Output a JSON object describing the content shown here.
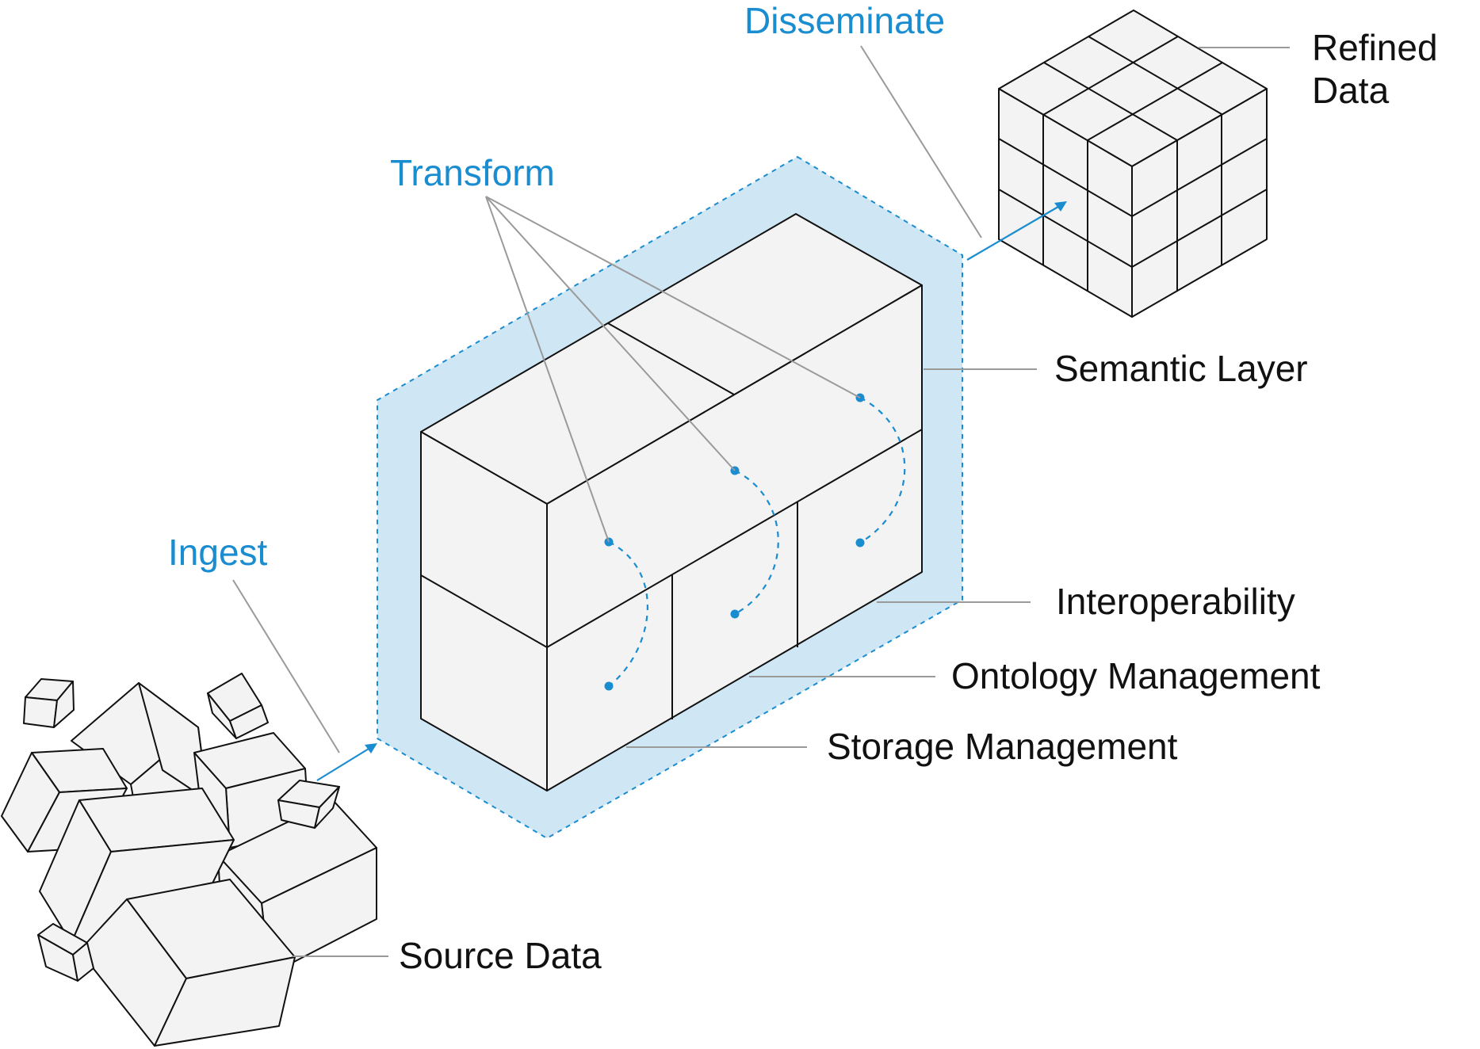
{
  "labels": {
    "disseminate": "Disseminate",
    "transform": "Transform",
    "ingest": "Ingest",
    "refined_data_line1": "Refined",
    "refined_data_line2": "Data",
    "semantic_layer": "Semantic Layer",
    "interoperability": "Interoperability",
    "ontology_management": "Ontology Management",
    "storage_management": "Storage Management",
    "source_data": "Source Data"
  },
  "colors": {
    "accent": "#1a8cd0",
    "layer_fill": "#cfe6f4",
    "box_fill": "#f3f3f3",
    "leader": "#9a9a9a"
  }
}
